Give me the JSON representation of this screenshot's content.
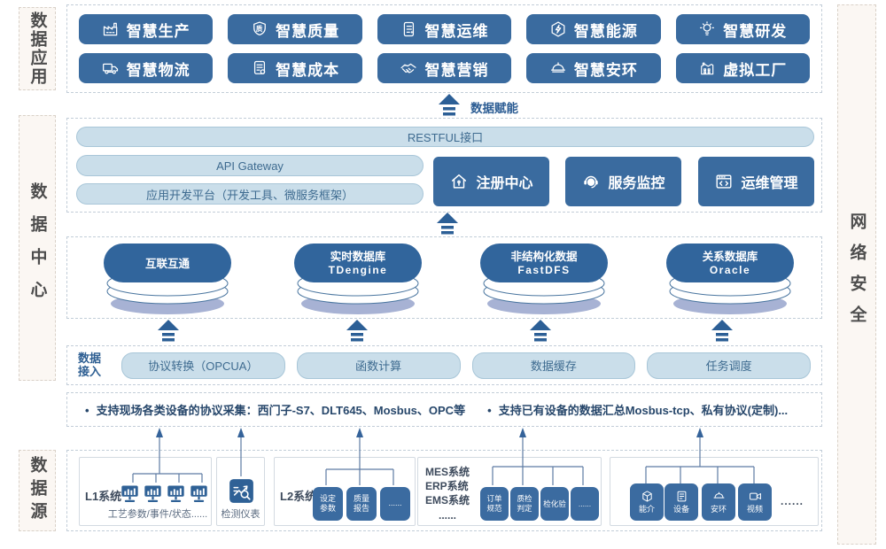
{
  "side_labels": {
    "apps": "数据应用",
    "datacenter": "数据中心",
    "source": "数据源",
    "security": "网络安全"
  },
  "apps": {
    "items": [
      {
        "label": "智慧生产",
        "icon": "factory-icon"
      },
      {
        "label": "智慧质量",
        "icon": "quality-shield-icon",
        "icon_char": "质"
      },
      {
        "label": "智慧运维",
        "icon": "ops-doc-icon"
      },
      {
        "label": "智慧能源",
        "icon": "energy-bolt-icon"
      },
      {
        "label": "智慧研发",
        "icon": "bulb-icon"
      },
      {
        "label": "智慧物流",
        "icon": "truck-icon"
      },
      {
        "label": "智慧成本",
        "icon": "cost-receipt-icon"
      },
      {
        "label": "智慧营销",
        "icon": "handshake-icon"
      },
      {
        "label": "智慧安环",
        "icon": "helmet-icon"
      },
      {
        "label": "虚拟工厂",
        "icon": "virtual-factory-icon"
      }
    ]
  },
  "empower_label": "数据赋能",
  "platform": {
    "restful": "RESTFUL接口",
    "api_gateway": "API Gateway",
    "dev_platform": "应用开发平台（开发工具、微服务框架）",
    "services": [
      {
        "label": "注册中心",
        "icon": "home-icon"
      },
      {
        "label": "服务监控",
        "icon": "headset-icon"
      },
      {
        "label": "运维管理",
        "icon": "code-window-icon"
      }
    ]
  },
  "databases": [
    {
      "line1": "互联互通",
      "line2": ""
    },
    {
      "line1": "实时数据库",
      "line2": "TDengine"
    },
    {
      "line1": "非结构化数据",
      "line2": "FastDFS"
    },
    {
      "line1": "关系数据库",
      "line2": "Oracle"
    }
  ],
  "access": {
    "label_line1": "数据",
    "label_line2": "接入",
    "pills": [
      "协议转换（OPCUA）",
      "函数计算",
      "数据缓存",
      "任务调度"
    ]
  },
  "notes": {
    "bullet": "•",
    "left": "支持现场各类设备的协议采集：西门子-S7、DLT645、Mosbus、OPC等",
    "right": "支持已有设备的数据汇总Mosbus-tcp、私有协议(定制)..."
  },
  "source": {
    "l1": {
      "label": "L1系统",
      "caption": "工艺参数/事件/状态......"
    },
    "inspect": {
      "caption": "检测仪表"
    },
    "l2": {
      "label": "L2系统",
      "tiles": [
        {
          "line1": "设定",
          "line2": "参数"
        },
        {
          "line1": "质量",
          "line2": "报告"
        },
        {
          "line1": "......",
          "line2": ""
        }
      ]
    },
    "mes": {
      "labels": [
        "MES系统",
        "ERP系统",
        "EMS系统",
        "......"
      ],
      "tiles": [
        {
          "line1": "订单",
          "line2": "规范"
        },
        {
          "line1": "质检",
          "line2": "判定"
        },
        {
          "line1": "检化验",
          "line2": ""
        },
        {
          "line1": "......",
          "line2": ""
        }
      ]
    },
    "platforms": {
      "tiles": [
        {
          "label": "能介",
          "icon": "cube-icon"
        },
        {
          "label": "设备",
          "icon": "device-icon"
        },
        {
          "label": "安环",
          "icon": "helmet-icon"
        },
        {
          "label": "视频",
          "icon": "camera-icon"
        }
      ],
      "more": "......"
    }
  },
  "colors": {
    "primary_blue": "#3a6b9f",
    "arrow_blue": "#2c5f96",
    "pill_bg": "#cadeea",
    "db_shadow": "#a7b2d4",
    "side_label_bg": "#fbf7f3"
  }
}
